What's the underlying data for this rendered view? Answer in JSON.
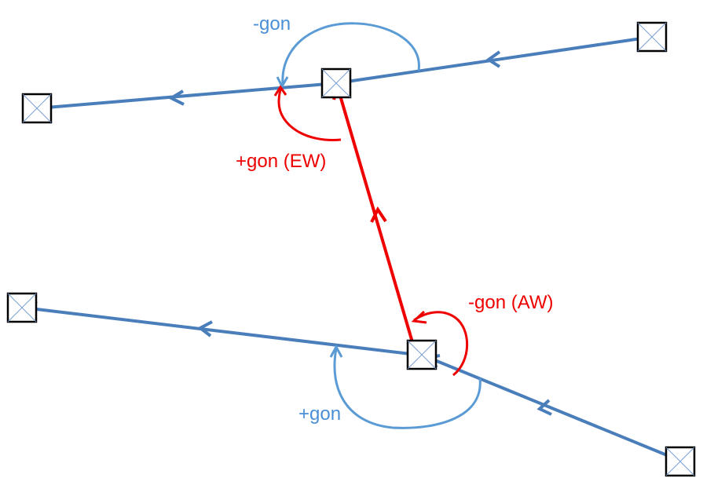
{
  "labels": {
    "minus_gon_top": "-gon",
    "plus_gon_ew": "+gon (EW)",
    "minus_gon_aw": "-gon (AW)",
    "plus_gon_bottom": "+gon"
  },
  "colors": {
    "traverse_line": "#4a7ebb",
    "angle_arc_blue": "#5b9bd5",
    "connection_red": "#ee0000",
    "station_box": "#000000",
    "station_cross": "#7aa0d0"
  }
}
